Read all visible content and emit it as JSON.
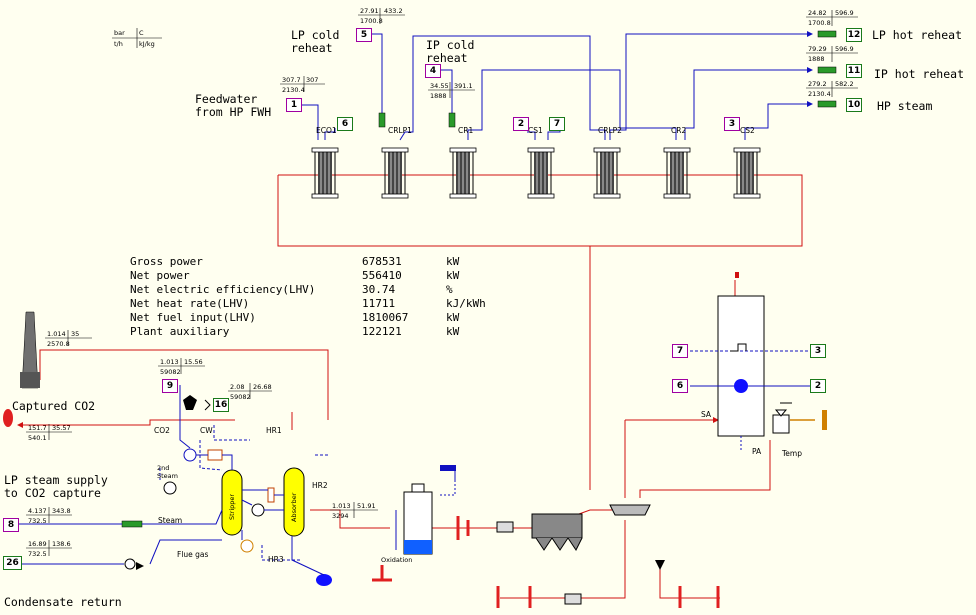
{
  "legend": {
    "r1a": "bar",
    "r1b": "C",
    "r2a": "t/h",
    "r2b": "kJ/kg"
  },
  "labels": {
    "lp_cold_reheat": "LP cold\nreheat",
    "ip_cold_reheat": "IP cold\nreheat",
    "feedwater": "Feedwater\nfrom HP FWH",
    "lp_hot_reheat": "LP hot reheat",
    "ip_hot_reheat": "IP hot reheat",
    "hp_steam": "HP steam",
    "captured_co2": "Captured CO2",
    "lp_steam_supply": "LP steam supply\nto CO2 capture",
    "condensate_return": "Condensate return"
  },
  "hx_names": [
    "ECO1",
    "CRLP1",
    "CR1",
    "CS1",
    "CRLP2",
    "CR2",
    "CS2"
  ],
  "stream_tags": {
    "s1": "1",
    "s2": "2",
    "s3": "3",
    "s4": "4",
    "s5": "5",
    "s6": "6",
    "s7": "7",
    "s8": "8",
    "s9": "9",
    "s10": "10",
    "s11": "11",
    "s12": "12",
    "s16": "16",
    "s26": "26"
  },
  "stream_data": {
    "lpcold": {
      "p": "27.91",
      "t": "433.2",
      "m": "1700.8"
    },
    "feed": {
      "p": "307.7",
      "t": "307",
      "m": "2130.4"
    },
    "ipcold": {
      "p": "34.55",
      "t": "391.1",
      "m": "1888"
    },
    "lphot": {
      "p": "24.82",
      "t": "596.9",
      "m": "1700.8"
    },
    "iphot": {
      "p": "79.29",
      "t": "596.9",
      "m": "1888"
    },
    "hpsteam": {
      "p": "279.2",
      "t": "582.2",
      "m": "2130.4"
    },
    "stack": {
      "p": "1.014",
      "t": "35",
      "m": "2570.8"
    },
    "s9": {
      "p": "1.013",
      "t": "15.56",
      "m": "59082"
    },
    "s16": {
      "p": "2.08",
      "t": "26.68",
      "m": "59082"
    },
    "co2": {
      "p": "151.7",
      "t": "35.57",
      "m": "540.1"
    },
    "steam8": {
      "p": "4.137",
      "t": "343.8",
      "m": "732.5"
    },
    "cond26": {
      "p": "16.89",
      "t": "138.6",
      "m": "732.5"
    },
    "flue": {
      "p": "1.013",
      "t": "51.91",
      "m": "3294"
    }
  },
  "performance": [
    {
      "label": "Gross power",
      "value": "678531",
      "unit": "kW"
    },
    {
      "label": "Net power",
      "value": "556410",
      "unit": "kW"
    },
    {
      "label": "Net electric efficiency(LHV)",
      "value": "30.74",
      "unit": "%"
    },
    {
      "label": "Net heat rate(LHV)",
      "value": "11711",
      "unit": "kJ/kWh"
    },
    {
      "label": "Net fuel input(LHV)",
      "value": "1810067",
      "unit": "kW"
    },
    {
      "label": "Plant auxiliary",
      "value": "122121",
      "unit": "kW"
    }
  ],
  "small_labels": {
    "co2": "CO2",
    "cw": "CW",
    "hr1": "HR1",
    "hr2": "HR2",
    "hr3": "HR3",
    "second_steam": "2nd\nSteam",
    "steam": "Steam",
    "flue_gas": "Flue gas",
    "stripper": "Stripper",
    "absorber": "Absorber",
    "oxidation": "Oxidation",
    "sa": "SA",
    "pa": "PA",
    "temp": "Temp"
  },
  "colors": {
    "steam_blue": "#1010c0",
    "gas_red": "#d01010",
    "tag_magenta": "#a000a0",
    "tag_green": "#1a7a1a",
    "vessel_yellow": "#ffff00",
    "ghost_gray": "#909090"
  }
}
